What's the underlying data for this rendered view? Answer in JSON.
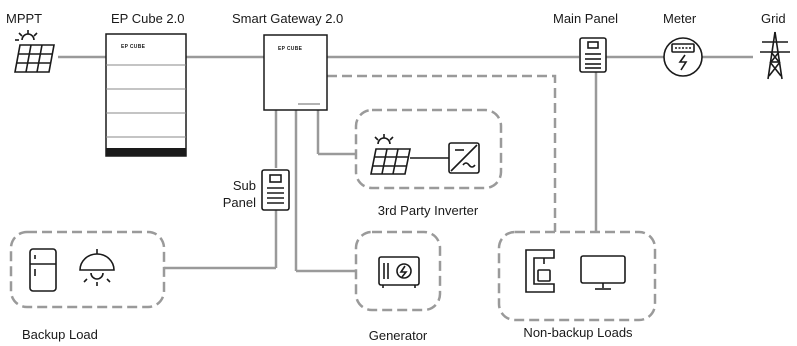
{
  "labels": {
    "mppt": "MPPT",
    "ep_cube": "EP Cube 2.0",
    "smart_gateway": "Smart Gateway 2.0",
    "main_panel": "Main Panel",
    "meter": "Meter",
    "grid": "Grid",
    "sub_panel_line1": "Sub",
    "sub_panel_line2": "Panel",
    "third_party_inverter": "3rd Party Inverter",
    "backup_load": "Backup Load",
    "generator": "Generator",
    "non_backup_loads": "Non-backup Loads"
  },
  "device_text": {
    "ep_cube_brand": "EP CUBE",
    "gateway_brand": "EP CUBE"
  },
  "icons": [
    "solar-panel-icon",
    "battery-stack-icon",
    "gateway-icon",
    "panel-icon",
    "meter-icon",
    "transmission-tower-icon",
    "inverter-icon",
    "refrigerator-icon",
    "lamp-icon",
    "generator-icon",
    "coffee-machine-icon",
    "monitor-icon"
  ],
  "colors": {
    "stroke": "#1a1a1a",
    "line": "#9a9a9a"
  }
}
